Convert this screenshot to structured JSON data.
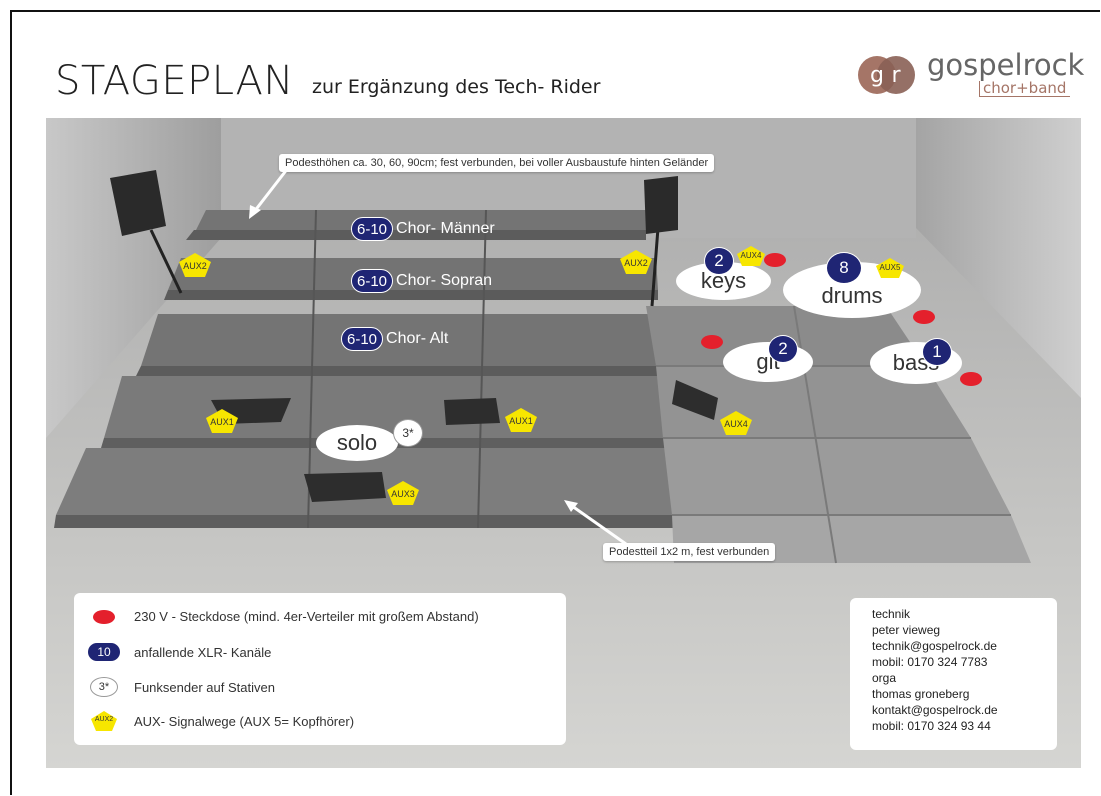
{
  "header": {
    "title": "STAGEPLAN",
    "subtitle": "zur Ergänzung des Tech- Rider",
    "logo": {
      "word": "gospelrock",
      "sub": "chor+band"
    }
  },
  "callouts": {
    "podest_heights": "Podesthöhen ca. 30, 60, 90cm;  fest verbunden, bei voller Ausbaustufe hinten Geländer",
    "podest_part": "Podestteil 1x2 m, fest verbunden"
  },
  "choir": [
    {
      "count": "6-10",
      "label": "Chor- Männer"
    },
    {
      "count": "6-10",
      "label": "Chor- Sopran"
    },
    {
      "count": "6-10",
      "label": "Chor- Alt"
    }
  ],
  "band": {
    "keys": {
      "label": "keys",
      "count": "2"
    },
    "drums": {
      "label": "drums",
      "count": "8"
    },
    "git": {
      "label": "git",
      "count": "2"
    },
    "bass": {
      "label": "bass",
      "count": "1"
    },
    "solo": {
      "label": "solo",
      "count": "3*"
    }
  },
  "aux": {
    "aux2_left": "AUX2",
    "aux2_center": "AUX2",
    "aux4_keys": "AUX4",
    "aux5_drums": "AUX5",
    "aux1_left": "AUX1",
    "aux1_mid": "AUX1",
    "aux3": "AUX3",
    "aux4_git": "AUX4"
  },
  "legend": {
    "power": "230 V - Steckdose (mind. 4er-Verteiler mit großem Abstand)",
    "xlr_sample": "10",
    "xlr": "anfallende XLR- Kanäle",
    "radio_sample": "3*",
    "radio": "Funksender auf Stativen",
    "aux_sample": "AUX2",
    "aux": "AUX- Signalwege (AUX 5= Kopfhörer)"
  },
  "contact": {
    "l1": "technik",
    "l2": "peter vieweg",
    "l3": "technik@gospelrock.de",
    "l4": "mobil: 0170 324 7783",
    "l5": "orga",
    "l6": "thomas groneberg",
    "l7": "kontakt@gospelrock.de",
    "l8": "mobil: 0170 324 93 44"
  },
  "colors": {
    "channel_badge": "#1f2574",
    "power_dot": "#e4202c",
    "aux_pentagon": "#f7e600",
    "logo_accent": "#a57567"
  }
}
